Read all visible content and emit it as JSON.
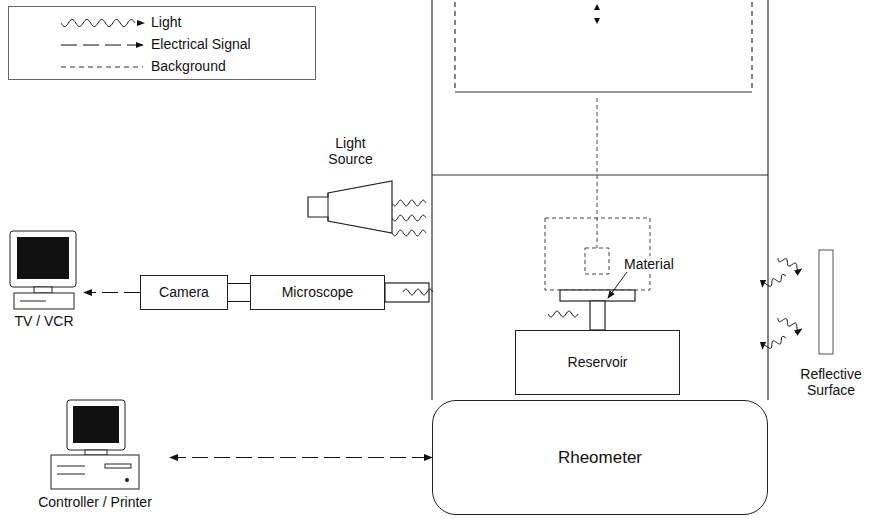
{
  "diagram": {
    "nodes": [
      {
        "text": [
          "Light Source"
        ]
      },
      {
        "text": [
          "TV / VCR"
        ]
      },
      {
        "text": [
          "Camera"
        ]
      },
      {
        "text": [
          "Microscope"
        ]
      },
      {
        "text": [
          "Reservoir"
        ]
      },
      {
        "text": [
          "Reflective Surface"
        ]
      },
      {
        "text": [
          "Controller / Printer"
        ]
      },
      {
        "text": [
          "Rheometer"
        ]
      }
    ],
    "edges": [
      {
        "from": 2,
        "to": 1,
        "arrow": "to"
      },
      {
        "from": 2,
        "to": 3,
        "arrow": "none"
      },
      {
        "from": 6,
        "to": 7,
        "arrow": "both"
      }
    ],
    "labels": [
      "Material"
    ],
    "legend": [
      {
        "text": "Light"
      },
      {
        "text": "Electrical Signal"
      },
      {
        "text": "Background"
      }
    ]
  }
}
